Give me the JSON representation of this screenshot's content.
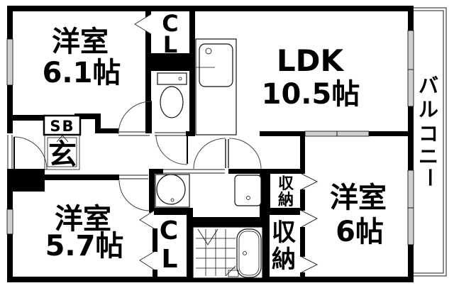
{
  "floorplan": {
    "type": "apartment-floor-plan",
    "colors": {
      "wall": "#000000",
      "window_fill": "#cfcfcf",
      "background": "#ffffff",
      "line": "#1a1a1a"
    },
    "labels": {
      "room_61_name": "洋室",
      "room_61_size": "6.1帖",
      "ldk_name": "LDK",
      "ldk_size": "10.5帖",
      "room_57_name": "洋室",
      "room_57_size": "5.7帖",
      "room_6_name": "洋室",
      "room_6_size": "6帖",
      "entrance": "玄",
      "shoe_box": "SB",
      "balcony_chars": [
        "バ",
        "ル",
        "コ",
        "ニ",
        "ー"
      ],
      "closet_top_chars": [
        "C",
        "L"
      ],
      "closet_bottom_chars": [
        "C",
        "L"
      ],
      "storage_small_chars": [
        "収",
        "納"
      ],
      "storage_large_chars": [
        "収",
        "納"
      ]
    },
    "fixtures": [
      "toilet",
      "kitchen-sink",
      "vanity-basin",
      "washing-machine-pan",
      "bathtub",
      "bath-tile-floor"
    ]
  }
}
